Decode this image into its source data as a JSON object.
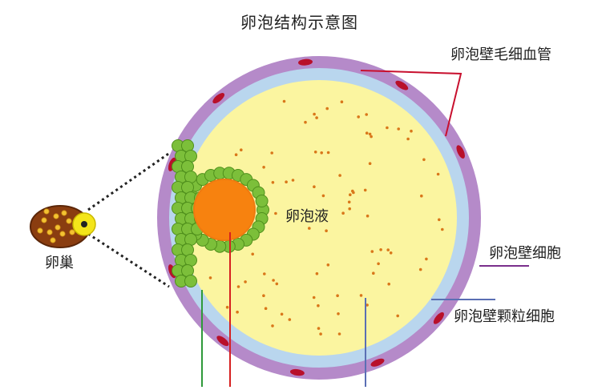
{
  "title": "卵泡结构示意图",
  "labels": {
    "capillary": "卵泡壁毛细血管",
    "follicle_fluid": "卵泡液",
    "theca_cell": "卵泡壁细胞",
    "granulosa_cell": "卵泡壁颗粒细胞",
    "ovary": "卵巢"
  },
  "colors": {
    "outer_wall": "#b58ac9",
    "inner_wall": "#b9d6ee",
    "fluid": "#fbf5a0",
    "oocyte": "#f7820f",
    "granulosa": "#7cbf3a",
    "capillary": "#b8102a",
    "capillary_leader": "#c8102e",
    "theca_leader": "#7a2f8c",
    "granulosa_leader": "#5a6fb4"
  }
}
